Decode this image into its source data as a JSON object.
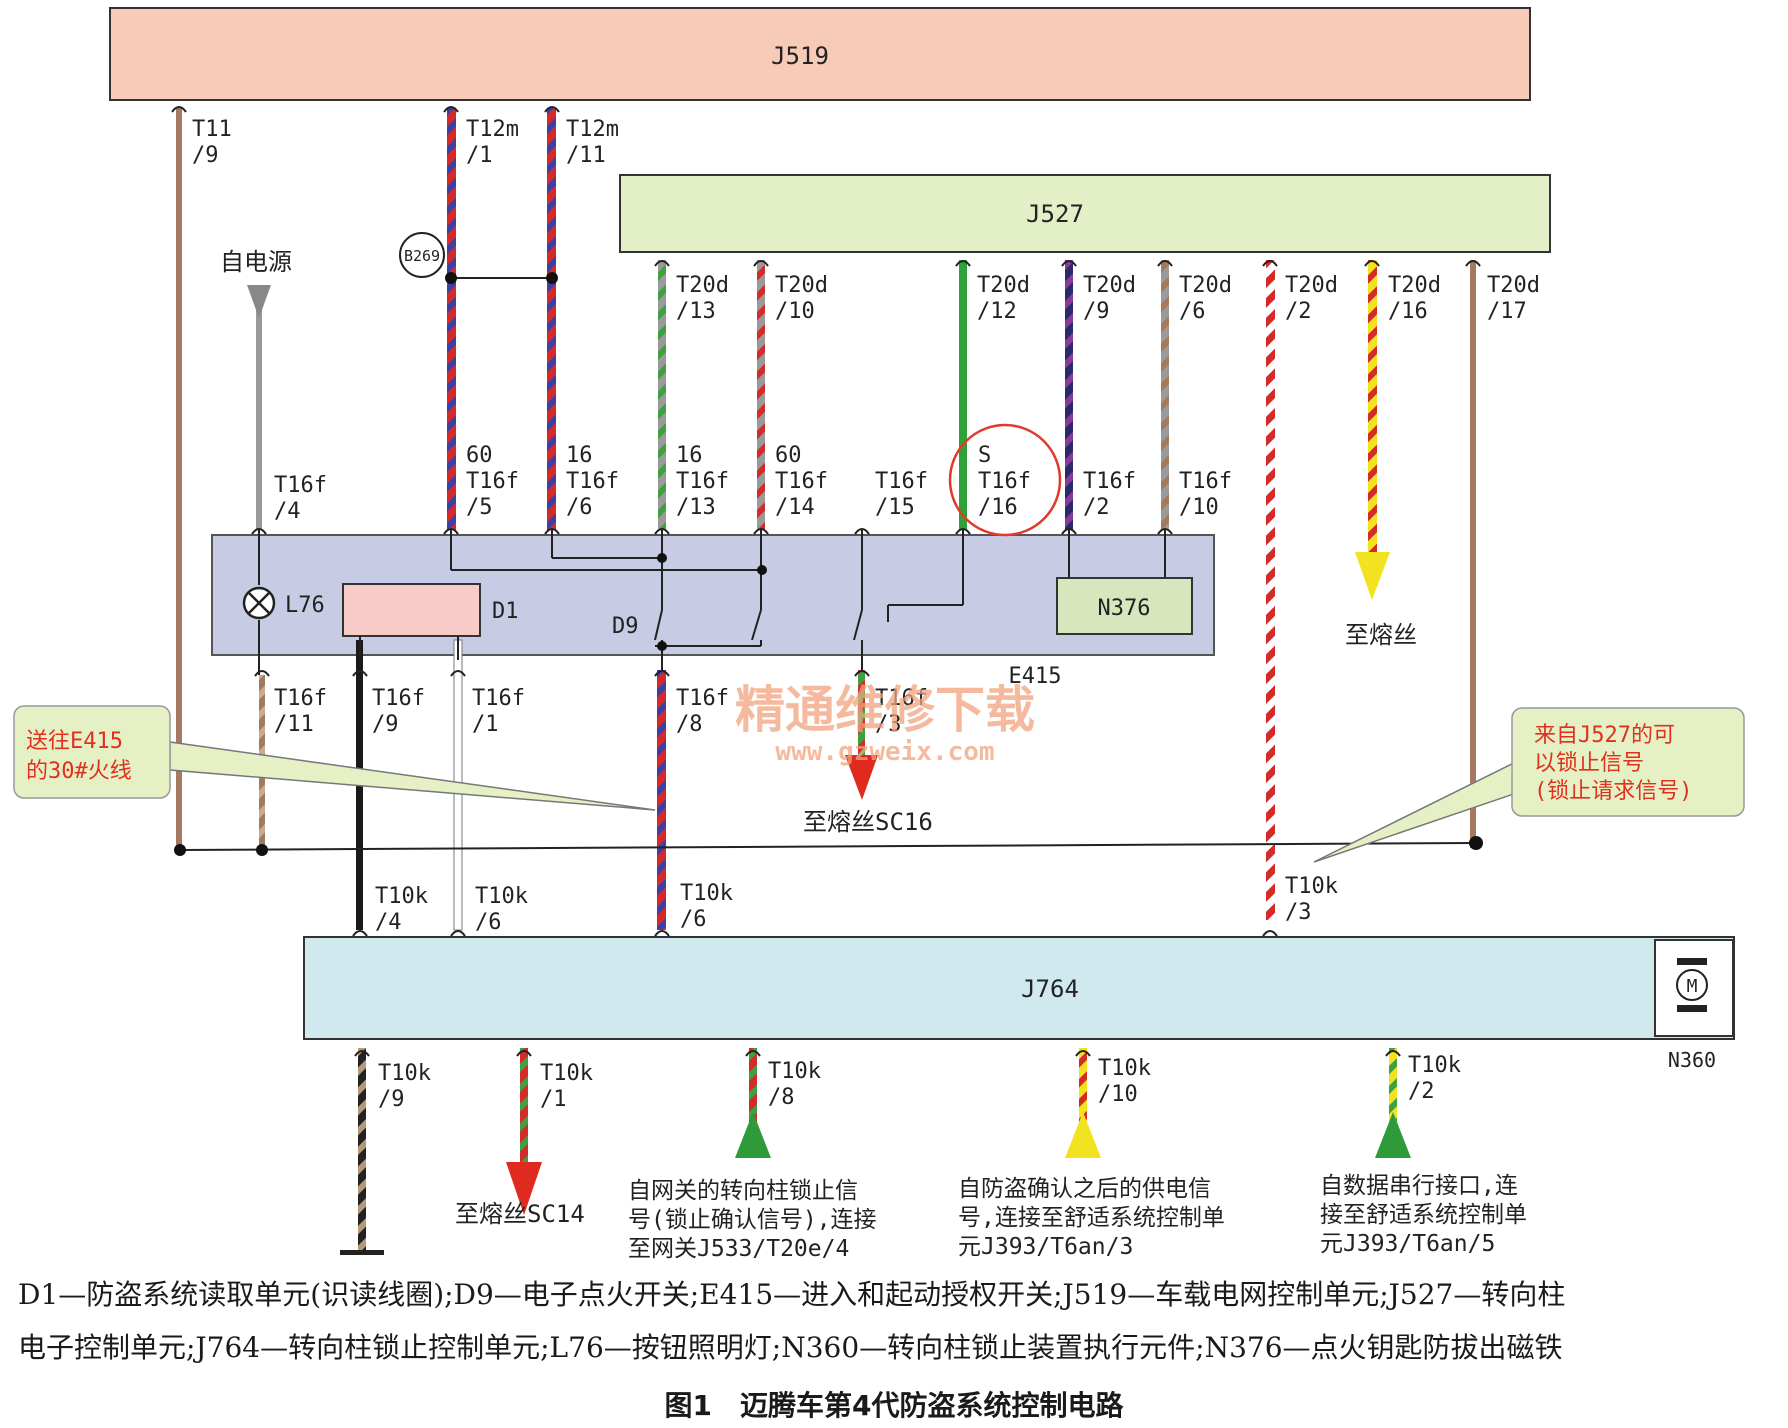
{
  "modules": {
    "j519": "J519",
    "j527": "J527",
    "j764": "J764",
    "e415": "E415",
    "d1": "D1",
    "d9": "D9",
    "l76": "L76",
    "n376": "N376",
    "n360": "N360",
    "motor_symbol": "M",
    "b269": "B269"
  },
  "pins": {
    "t11_9": [
      "T11",
      "/9"
    ],
    "t12m_1": [
      "T12m",
      "/1"
    ],
    "t12m_11": [
      "T12m",
      "/11"
    ],
    "t20d_13": [
      "T20d",
      "/13"
    ],
    "t20d_10": [
      "T20d",
      "/10"
    ],
    "t20d_12": [
      "T20d",
      "/12"
    ],
    "t20d_9": [
      "T20d",
      "/9"
    ],
    "t20d_6": [
      "T20d",
      "/6"
    ],
    "t20d_2": [
      "T20d",
      "/2"
    ],
    "t20d_16": [
      "T20d",
      "/16"
    ],
    "t20d_17": [
      "T20d",
      "/17"
    ],
    "t16f_4": [
      "T16f",
      "/4"
    ],
    "t16f_5": [
      "60",
      "T16f",
      "/5"
    ],
    "t16f_6": [
      "16",
      "T16f",
      "/6"
    ],
    "t16f_13": [
      "16",
      "T16f",
      "/13"
    ],
    "t16f_14": [
      "60",
      "T16f",
      "/14"
    ],
    "t16f_15": [
      "T16f",
      "/15"
    ],
    "t16f_16": [
      "S",
      "T16f",
      "/16"
    ],
    "t16f_2": [
      "T16f",
      "/2"
    ],
    "t16f_10": [
      "T16f",
      "/10"
    ],
    "t16f_11": [
      "T16f",
      "/11"
    ],
    "t16f_9": [
      "T16f",
      "/9"
    ],
    "t16f_1": [
      "T16f",
      "/1"
    ],
    "t16f_8": [
      "T16f",
      "/8"
    ],
    "t16f_3": [
      "T16f",
      "/3"
    ],
    "t10k_4": [
      "T10k",
      "/4"
    ],
    "t10k_6": [
      "T10k",
      "/6"
    ],
    "t10k_6b": [
      "T10k",
      "/6"
    ],
    "t10k_3": [
      "T10k",
      "/3"
    ],
    "t10k_9": [
      "T10k",
      "/9"
    ],
    "t10k_1": [
      "T10k",
      "/1"
    ],
    "t10k_8": [
      "T10k",
      "/8"
    ],
    "t10k_10": [
      "T10k",
      "/10"
    ],
    "t10k_2": [
      "T10k",
      "/2"
    ]
  },
  "labels": {
    "power_source": "自电源",
    "to_fuse": "至熔丝",
    "to_fuse_sc16": "至熔丝SC16",
    "to_fuse_sc14": "至熔丝SC14",
    "gateway_note": [
      "自网关的转向柱锁止信",
      "号(锁止确认信号),连接",
      "至网关J533/T20e/4"
    ],
    "power_note": [
      "自防盗确认之后的供电信",
      "号,连接至舒适系统控制单",
      "元J393/T6an/3"
    ],
    "serial_note": [
      "自数据串行接口,连",
      "接至舒适系统控制单",
      "元J393/T6an/5"
    ]
  },
  "callouts": {
    "left": [
      "送往E415",
      "的30#火线"
    ],
    "right": [
      "来自J527的可",
      "以锁止信号",
      "(锁止请求信号)"
    ]
  },
  "watermark": {
    "main": "精通维修下载",
    "url": "www.gzweix.com"
  },
  "legend": {
    "line1": "D1—防盗系统读取单元(识读线圈);D9—电子点火开关;E415—进入和起动授权开关;J519—车载电网控制单元;J527—转向柱",
    "line2": "电子控制单元;J764—转向柱锁止控制单元;L76—按钮照明灯;N360—转向柱锁止装置执行元件;N376—点火钥匙防拔出磁铁"
  },
  "figure_title": "图1　迈腾车第4代防盗系统控制电路",
  "colors": {
    "j519_fill": "#f7cbb8",
    "j527_fill": "#e3efc6",
    "e415_fill": "#c7cce4",
    "j764_fill": "#cfe9ef",
    "d1_fill": "#f7cbc7",
    "n376_fill": "#d7e6bd",
    "callout_fill": "#e6f0c5",
    "callout_text": "#e0301e",
    "highlight_circle": "#e03a2a",
    "watermark": "#f2a47e"
  }
}
